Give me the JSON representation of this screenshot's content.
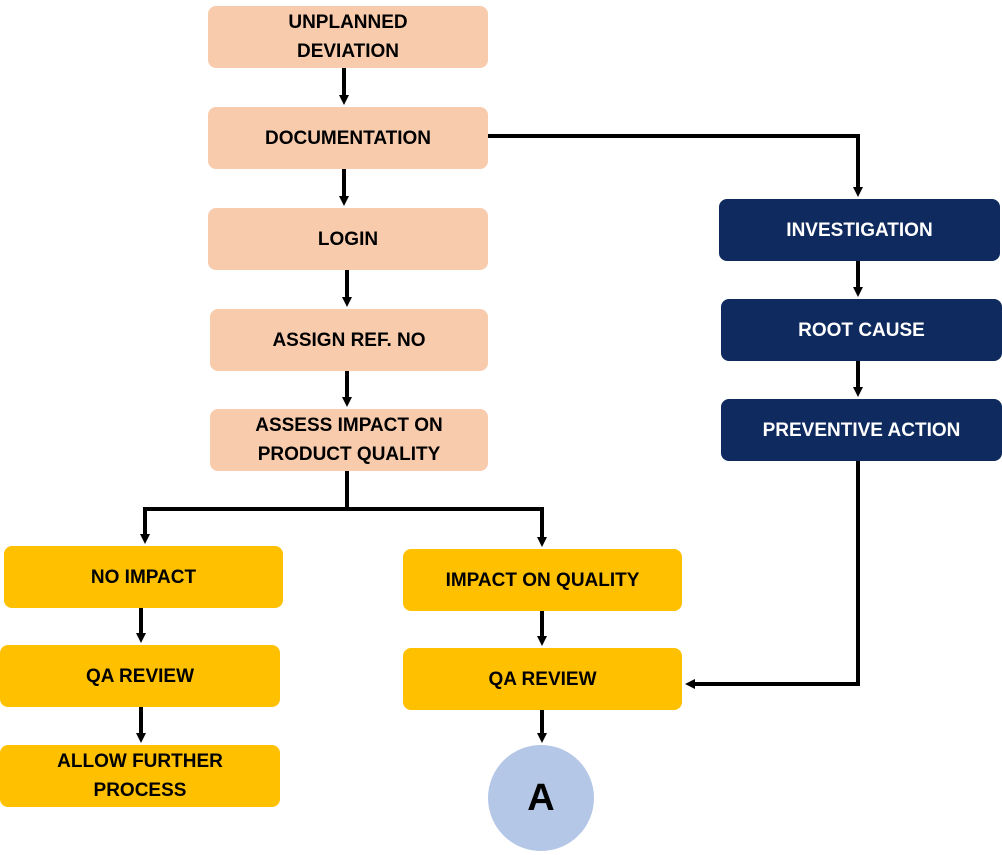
{
  "nodes": {
    "unplanned_deviation": "UNPLANNED\nDEVIATION",
    "documentation": "DOCUMENTATION",
    "login": "LOGIN",
    "assign_ref_no": "ASSIGN REF. NO",
    "assess_impact": "ASSESS IMPACT ON\nPRODUCT QUALITY",
    "investigation": "INVESTIGATION",
    "root_cause": "ROOT CAUSE",
    "preventive_action": "PREVENTIVE ACTION",
    "no_impact": "NO IMPACT",
    "qa_review_left": "QA REVIEW",
    "allow_further_process": "ALLOW FURTHER\nPROCESS",
    "impact_on_quality": "IMPACT ON QUALITY",
    "qa_review_middle": "QA REVIEW",
    "connector_a": "A"
  },
  "edges": [
    {
      "from": "unplanned_deviation",
      "to": "documentation"
    },
    {
      "from": "documentation",
      "to": "login"
    },
    {
      "from": "documentation",
      "to": "investigation"
    },
    {
      "from": "login",
      "to": "assign_ref_no"
    },
    {
      "from": "assign_ref_no",
      "to": "assess_impact"
    },
    {
      "from": "assess_impact",
      "to": "no_impact"
    },
    {
      "from": "assess_impact",
      "to": "impact_on_quality"
    },
    {
      "from": "investigation",
      "to": "root_cause"
    },
    {
      "from": "root_cause",
      "to": "preventive_action"
    },
    {
      "from": "preventive_action",
      "to": "qa_review_middle"
    },
    {
      "from": "no_impact",
      "to": "qa_review_left"
    },
    {
      "from": "qa_review_left",
      "to": "allow_further_process"
    },
    {
      "from": "impact_on_quality",
      "to": "qa_review_middle"
    },
    {
      "from": "qa_review_middle",
      "to": "connector_a"
    }
  ],
  "colors": {
    "main_flow": "#f8cbad",
    "investigation_flow": "#0e2a5e",
    "outcome_flow": "#ffc000",
    "connector": "#b4c7e7",
    "arrow": "#000000"
  }
}
